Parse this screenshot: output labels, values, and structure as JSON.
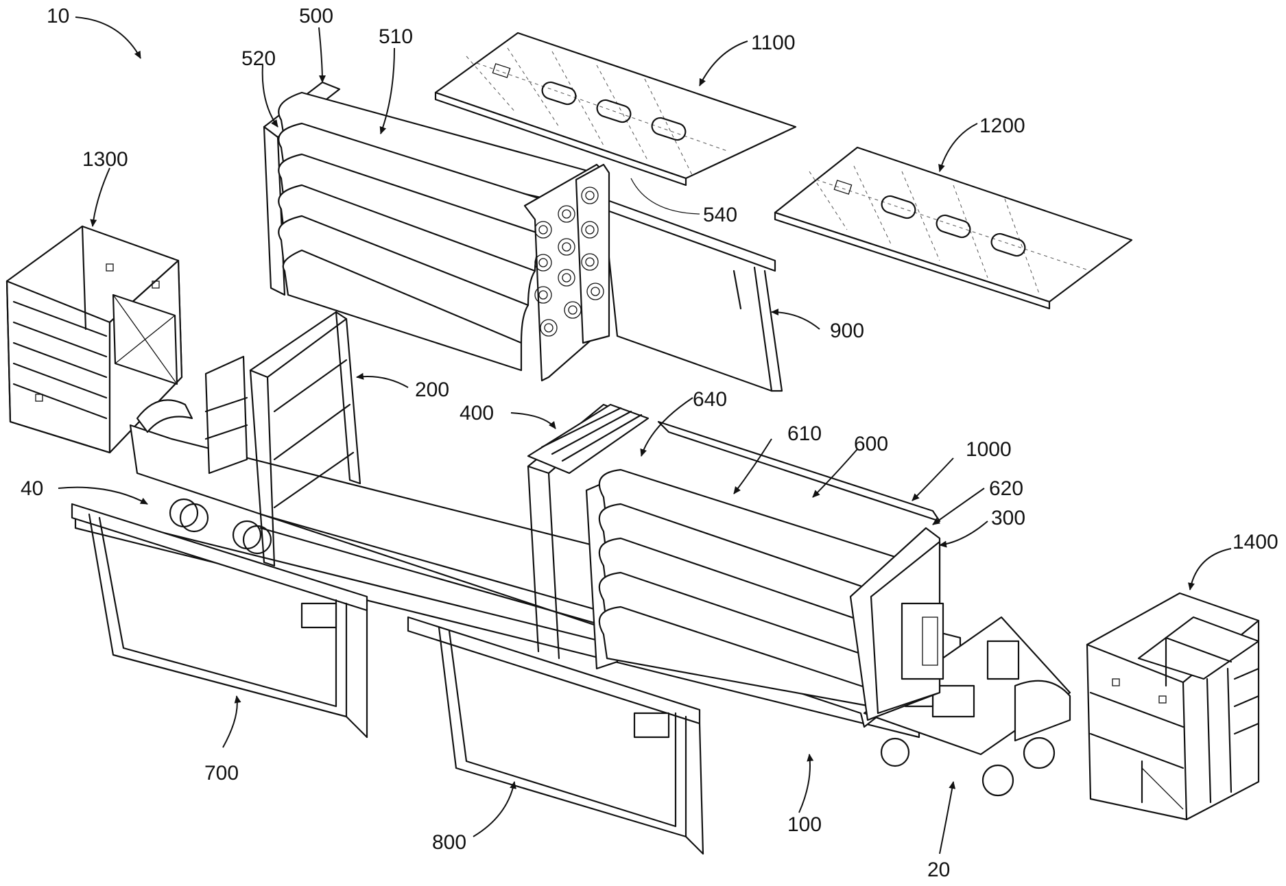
{
  "labels": {
    "l10": "10",
    "l500": "500",
    "l510": "510",
    "l520": "520",
    "l1100": "1100",
    "l1200": "1200",
    "l1300": "1300",
    "l540": "540",
    "l900": "900",
    "l200": "200",
    "l400": "400",
    "l640": "640",
    "l610": "610",
    "l600": "600",
    "l1000": "1000",
    "l620": "620",
    "l300": "300",
    "l40": "40",
    "l1400": "1400",
    "l700": "700",
    "l800": "800",
    "l100": "100",
    "l20": "20"
  }
}
